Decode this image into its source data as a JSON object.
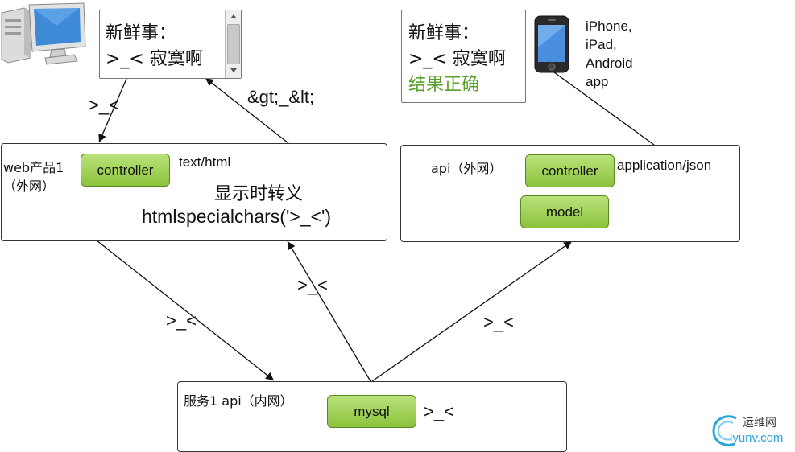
{
  "desktop_popup": {
    "line1": "新鲜事：",
    "line2": ">_< 寂寞啊"
  },
  "mobile_popup": {
    "line1": "新鲜事：",
    "line2": ">_< 寂寞啊",
    "line3": "结果正确"
  },
  "phone_labels": [
    "iPhone,",
    "iPad,",
    "Android",
    "app"
  ],
  "web_box": {
    "title": "web产品1",
    "subtitle": "（外网）",
    "controller": "controller",
    "content_type": "text/html",
    "note1": "显示时转义",
    "note2": "htmlspecialchars('>_<')"
  },
  "api_box": {
    "title": "api（外网）",
    "controller": "controller",
    "content_type": "application/json",
    "model": "model"
  },
  "service_box": {
    "title": "服务1 api（内网）",
    "db": "mysql",
    "value": ">_<"
  },
  "edge_labels": {
    "desktop_to_web": ">_<",
    "web_to_desktop": "&gt;_&lt;",
    "web_to_service": ">_<",
    "service_to_web": ">_<",
    "service_to_api": ">_<"
  },
  "watermark": {
    "line1": "运维网",
    "line2": "iyunv.com"
  },
  "colors": {
    "pill_fill": "#8cc33d",
    "correct_text": "#5aa02c",
    "watermark": "#2aa6d8"
  }
}
